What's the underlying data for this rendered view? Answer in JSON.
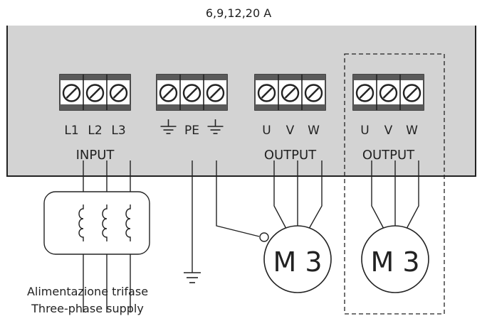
{
  "header": {
    "rating": "6,9,12,20 A"
  },
  "colors": {
    "panel": "#d3d3d3",
    "stroke": "#222222",
    "terminal_body": "#ffffff",
    "terminal_band": "#5a5a5a"
  },
  "terminal_groups": [
    {
      "id": "input",
      "labels": [
        "L1",
        "L2",
        "L3"
      ],
      "caption": "INPUT"
    },
    {
      "id": "ground",
      "labels": [
        "ground-icon",
        "PE",
        "ground-icon"
      ],
      "caption": ""
    },
    {
      "id": "output-1",
      "labels": [
        "U",
        "V",
        "W"
      ],
      "caption": "OUTPUT"
    },
    {
      "id": "output-2",
      "labels": [
        "U",
        "V",
        "W"
      ],
      "caption": "OUTPUT"
    }
  ],
  "motors": [
    {
      "id": "motor-1",
      "label": "M 3"
    },
    {
      "id": "motor-2",
      "label": "M 3"
    }
  ],
  "supply": {
    "line1": "Alimentazione trifase",
    "line2": "Three-phase supply"
  },
  "icons": [
    "screw-terminal-icon",
    "ground-icon",
    "fuse-icon",
    "motor-icon"
  ]
}
